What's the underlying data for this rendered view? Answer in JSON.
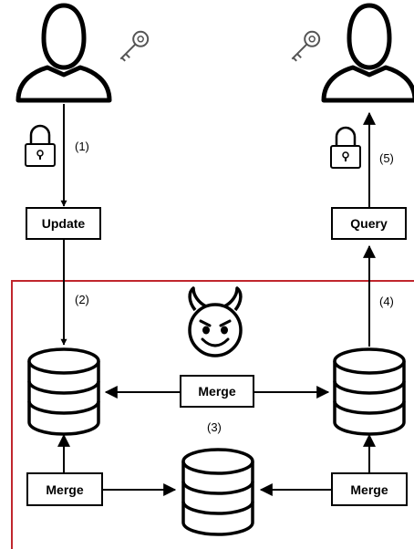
{
  "nodes": {
    "update": "Update",
    "query": "Query",
    "merge_top": "Merge",
    "merge_left": "Merge",
    "merge_right": "Merge"
  },
  "steps": {
    "s1": "(1)",
    "s2": "(2)",
    "s3": "(3)",
    "s4": "(4)",
    "s5": "(5)"
  },
  "icons": {
    "left_user": "user-icon",
    "right_user": "user-icon",
    "left_key": "key-icon",
    "right_key": "key-icon",
    "left_lock": "lock-icon",
    "right_lock": "lock-icon",
    "adversary": "devil-icon",
    "db_left": "database-icon",
    "db_right": "database-icon",
    "db_center": "database-icon"
  },
  "colors": {
    "boundary": "#c0262d",
    "stroke": "#000000",
    "fill": "#ffffff"
  }
}
